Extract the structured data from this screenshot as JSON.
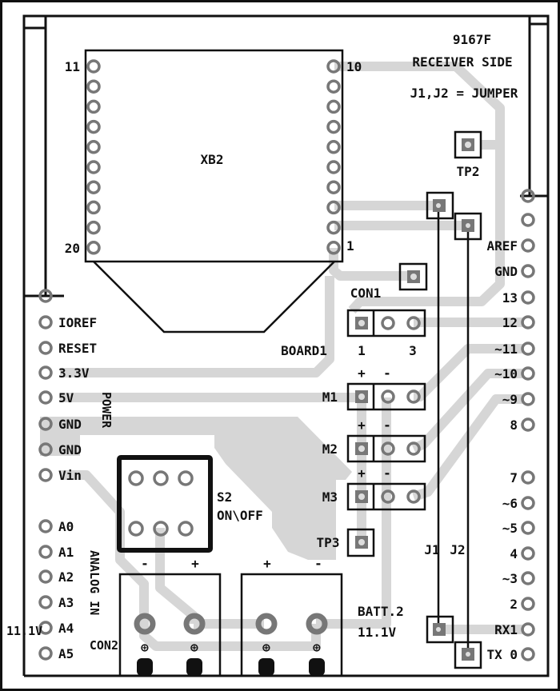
{
  "board": {
    "title": "9167F",
    "subtitle": "RECEIVER SIDE",
    "note": "J1,J2 = JUMPER"
  },
  "xbee": {
    "label": "XB2",
    "pin_top_left": "11",
    "pin_bottom_left": "20",
    "pin_top_right": "10",
    "pin_bottom_right": "1"
  },
  "left_header": {
    "power_label": "POWER",
    "analog_label": "ANALOG IN",
    "pins": [
      "IOREF",
      "RESET",
      "3.3V",
      "5V",
      "GND",
      "GND",
      "Vin",
      "A0",
      "A1",
      "A2",
      "A3",
      "A4",
      "A5"
    ]
  },
  "right_header": {
    "pins": [
      "AREF",
      "GND",
      "13",
      "12",
      "~11",
      "~10",
      "~9",
      "8",
      "7",
      "~6",
      "~5",
      "4",
      "~3",
      "2",
      "RX1",
      "TX 0"
    ]
  },
  "con1": {
    "label": "CON1",
    "ref": "BOARD1",
    "pin1": "1",
    "pin3": "3"
  },
  "motors": [
    {
      "label": "M1",
      "plus": "+",
      "minus": "-"
    },
    {
      "label": "M2",
      "plus": "+",
      "minus": "-"
    },
    {
      "label": "M3",
      "plus": "+",
      "minus": "-"
    }
  ],
  "testpoints": {
    "tp2": "TP2",
    "tp3": "TP3"
  },
  "jumpers": {
    "j1": "J1",
    "j2": "J2"
  },
  "switch": {
    "ref": "S2",
    "label": "ON\\OFF"
  },
  "con2": {
    "label": "CON2",
    "voltage": "11.1V",
    "minus": "-",
    "plus": "+"
  },
  "batt": {
    "label": "BATT.2",
    "voltage": "11.1V",
    "plus": "+",
    "minus": "-"
  }
}
